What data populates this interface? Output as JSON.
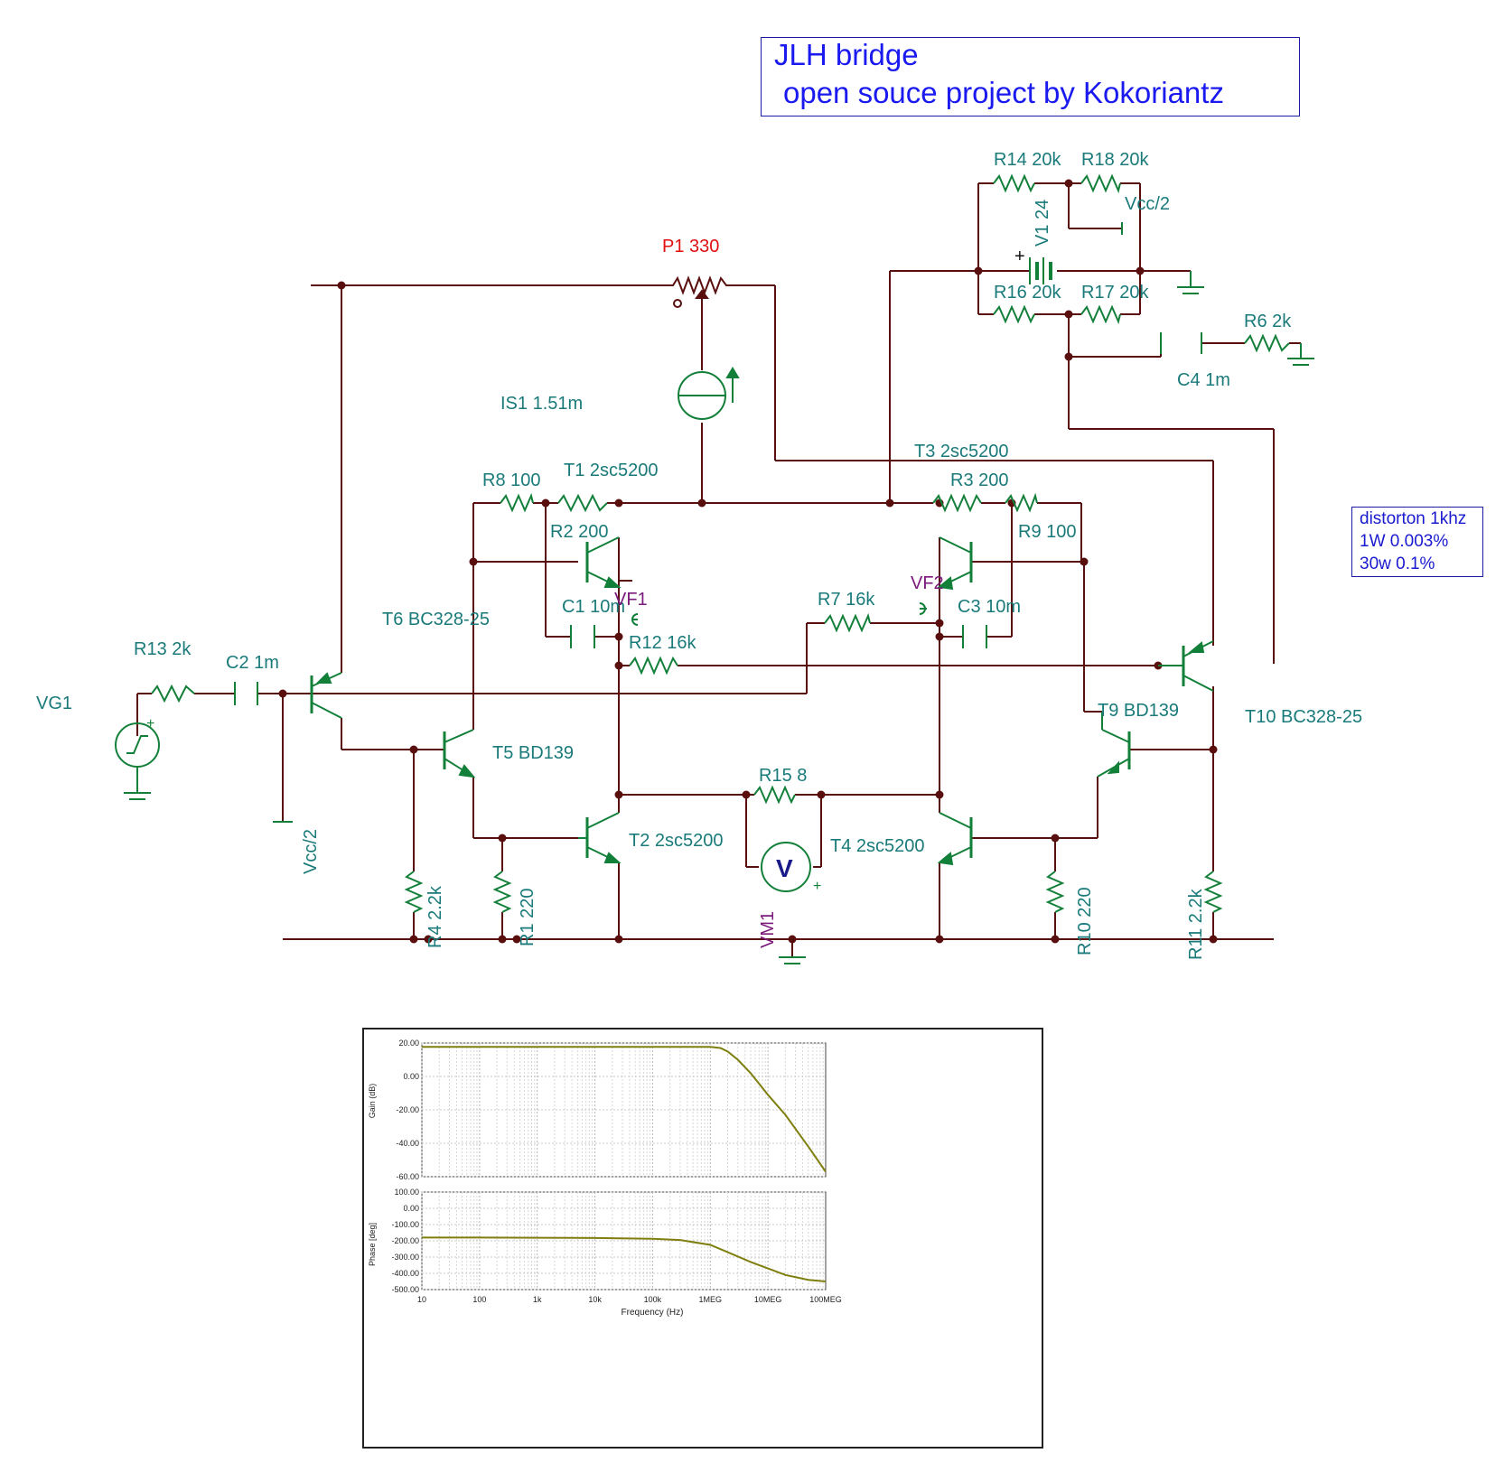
{
  "title": {
    "line1": "JLH bridge",
    "line2": "open souce project by Kokoriantz"
  },
  "note": {
    "line1": "distorton 1khz",
    "line2": "1W 0.003%",
    "line3": "30w 0.1%"
  },
  "components": {
    "VG1": "VG1",
    "R13": "R13 2k",
    "C2": "C2 1m",
    "T6": "T6 BC328-25",
    "T5": "T5 BD139",
    "R8": "R8 100",
    "T1": "T1 2sc5200",
    "R2": "R2 200",
    "C1": "C1 10m",
    "VF1": "VF1",
    "R12": "R12 16k",
    "IS1": "IS1 1.51m",
    "P1": "P1 330",
    "T3": "T3 2sc5200",
    "R3": "R3 200",
    "R9": "R9 100",
    "R7": "R7 16k",
    "VF2": "VF2",
    "C3": "C3 10m",
    "R14": "R14 20k",
    "R18": "R18 20k",
    "V1": "V1 24",
    "R16": "R16 20k",
    "R17": "R17 20k",
    "R6": "R6 2k",
    "C4": "C4 1m",
    "T9": "T9 BD139",
    "T10": "T10 BC328-25",
    "R15": "R15 8",
    "T2": "T2 2sc5200",
    "T4": "T4 2sc5200",
    "VM1": "VM1",
    "R4": "R4 2.2k",
    "R1": "R1 220",
    "R10": "R10 220",
    "R11": "R11 2.2k",
    "vcc_left": "Vcc/2",
    "vcc_top": "Vcc/2",
    "plus": "+",
    "voltmeter": "V"
  },
  "colors": {
    "wire": "#5a0f0f",
    "component": "#13803a",
    "label": "#1a7a7a",
    "pot_label": "#e01010",
    "probe": "#7a1a7a",
    "title": "#1a1af0",
    "plot_curve": "#7f7f10"
  },
  "chart_data": [
    {
      "type": "line",
      "title": "",
      "xlabel": "Frequency (Hz)",
      "ylabel": "Gain (dB)",
      "xscale": "log",
      "xlim": [
        10,
        100000000
      ],
      "ylim": [
        -60,
        20
      ],
      "x_ticks": [
        "10",
        "100",
        "1k",
        "10k",
        "100k",
        "1MEG",
        "10MEG",
        "100MEG"
      ],
      "y_ticks": [
        "20.00",
        "0.00",
        "-20.00",
        "-40.00",
        "-60.00"
      ],
      "grid": true,
      "series": [
        {
          "x": [
            10,
            100,
            1000,
            10000,
            100000,
            500000,
            1000000,
            1500000,
            2000000,
            3000000,
            5000000,
            10000000,
            20000000,
            50000000,
            100000000
          ],
          "values": [
            17.7,
            17.7,
            17.7,
            17.7,
            17.7,
            17.7,
            17.7,
            17.0,
            15.0,
            10.0,
            2.0,
            -11.0,
            -23.0,
            -42.0,
            -57.0
          ]
        }
      ]
    },
    {
      "type": "line",
      "title": "",
      "xlabel": "Frequency (Hz)",
      "ylabel": "Phase [deg]",
      "xscale": "log",
      "xlim": [
        10,
        100000000
      ],
      "ylim": [
        -500,
        100
      ],
      "x_ticks": [
        "10",
        "100",
        "1k",
        "10k",
        "100k",
        "1MEG",
        "10MEG",
        "100MEG"
      ],
      "y_ticks": [
        "100.00",
        "0.00",
        "-100.00",
        "-200.00",
        "-300.00",
        "-400.00",
        "-500.00"
      ],
      "grid": true,
      "series": [
        {
          "x": [
            10,
            100,
            1000,
            10000,
            100000,
            300000,
            1000000,
            2000000,
            5000000,
            10000000,
            20000000,
            50000000,
            100000000
          ],
          "values": [
            -180,
            -180,
            -181,
            -183,
            -187,
            -195,
            -225,
            -270,
            -330,
            -370,
            -410,
            -440,
            -450
          ]
        }
      ]
    }
  ]
}
